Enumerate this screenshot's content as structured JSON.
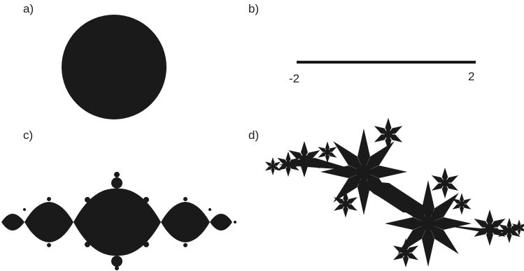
{
  "panels": {
    "a": {
      "label": "a)"
    },
    "b": {
      "label": "b)",
      "left_value": "-2",
      "right_value": "2"
    },
    "c": {
      "label": "c)"
    },
    "d": {
      "label": "d)"
    }
  },
  "colors": {
    "fill": "#1a1a1a",
    "background": "#ffffff"
  }
}
